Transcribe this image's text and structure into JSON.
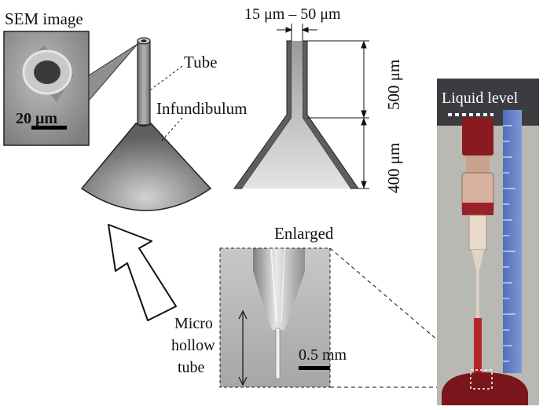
{
  "labels": {
    "sem_image": "SEM image",
    "sem_scale": "20 μm",
    "tube": "Tube",
    "infundibulum": "Infundibulum",
    "width_range": "15 μm – 50 μm",
    "tube_length": "500 μm",
    "funnel_height": "400 μm",
    "enlarged": "Enlarged",
    "micro_hollow_tube": [
      "Micro",
      "hollow",
      "tube"
    ],
    "photo_scale": "0.5 mm",
    "liquid_level": "Liquid level"
  },
  "colors": {
    "blood": "#8a1a1f",
    "funnel_gray": "#6f6f6f",
    "sem_bg": "#9a9a9a"
  }
}
